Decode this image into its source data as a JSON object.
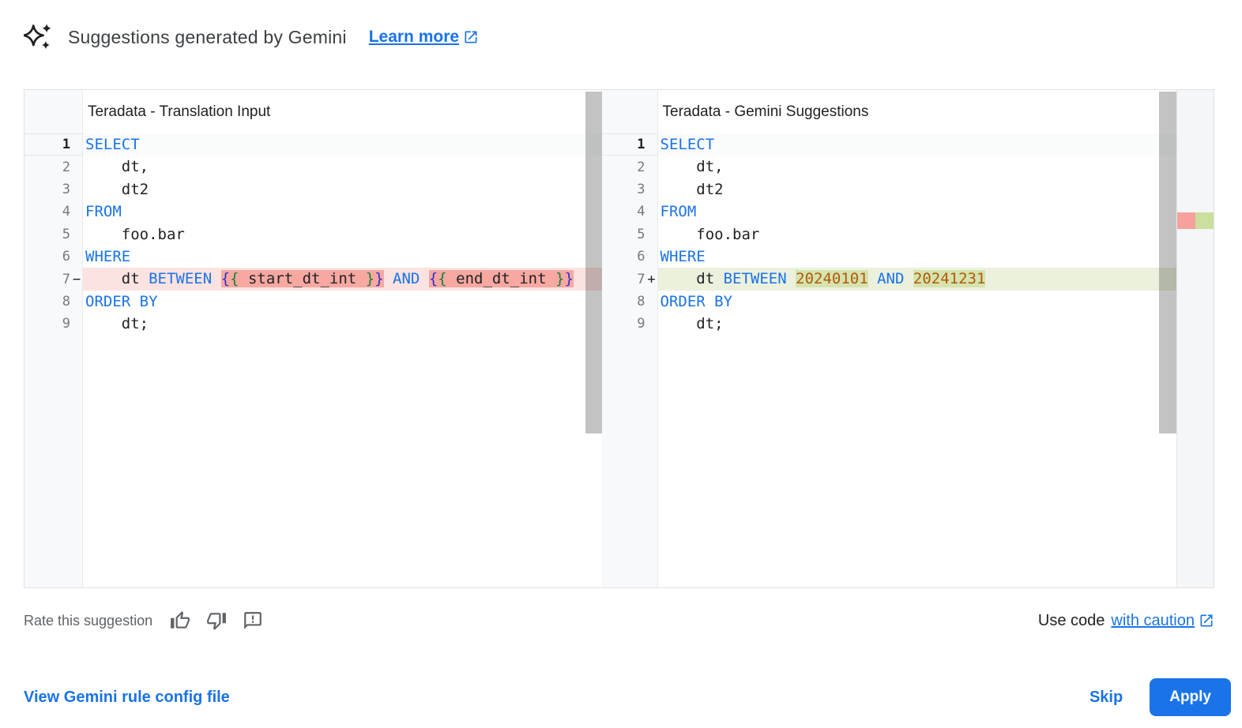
{
  "header": {
    "icon": "gemini-sparkle-icon",
    "title": "Suggestions generated by Gemini",
    "learn_more_label": "Learn more"
  },
  "panels": [
    {
      "title": "Teradata - Translation Input",
      "lines": [
        {
          "n": "1",
          "cls": "active",
          "seg": [
            {
              "t": "SELECT",
              "c": "kw"
            }
          ]
        },
        {
          "n": "2",
          "seg": [
            {
              "t": "    dt,",
              "c": "pl"
            }
          ]
        },
        {
          "n": "3",
          "seg": [
            {
              "t": "    dt2",
              "c": "pl"
            }
          ]
        },
        {
          "n": "4",
          "seg": [
            {
              "t": "FROM",
              "c": "kw"
            }
          ]
        },
        {
          "n": "5",
          "seg": [
            {
              "t": "    foo.bar",
              "c": "pl"
            }
          ]
        },
        {
          "n": "6",
          "seg": [
            {
              "t": "WHERE",
              "c": "kw"
            }
          ]
        },
        {
          "n": "7",
          "sign": "−",
          "cls": "removed",
          "seg": [
            {
              "t": "    dt ",
              "c": "pl"
            },
            {
              "t": "BETWEEN",
              "c": "kw"
            },
            {
              "t": " ",
              "c": "pl"
            },
            {
              "t": "{",
              "c": "b1",
              "hl": true
            },
            {
              "t": "{",
              "c": "b2",
              "hl": true
            },
            {
              "t": " start_dt_int ",
              "c": "pl",
              "hl": true
            },
            {
              "t": "}",
              "c": "b2",
              "hl": true
            },
            {
              "t": "}",
              "c": "b1",
              "hl": true
            },
            {
              "t": " ",
              "c": "pl"
            },
            {
              "t": "AND",
              "c": "kw"
            },
            {
              "t": " ",
              "c": "pl"
            },
            {
              "t": "{",
              "c": "b1",
              "hl": true
            },
            {
              "t": "{",
              "c": "b2",
              "hl": true
            },
            {
              "t": " end_dt_int ",
              "c": "pl",
              "hl": true
            },
            {
              "t": "}",
              "c": "b2",
              "hl": true
            },
            {
              "t": "}",
              "c": "b1",
              "hl": true
            }
          ]
        },
        {
          "n": "8",
          "seg": [
            {
              "t": "ORDER BY",
              "c": "kw"
            }
          ]
        },
        {
          "n": "9",
          "seg": [
            {
              "t": "    dt;",
              "c": "pl"
            }
          ]
        }
      ]
    },
    {
      "title": "Teradata - Gemini Suggestions",
      "lines": [
        {
          "n": "1",
          "cls": "active",
          "seg": [
            {
              "t": "SELECT",
              "c": "kw"
            }
          ]
        },
        {
          "n": "2",
          "seg": [
            {
              "t": "    dt,",
              "c": "pl"
            }
          ]
        },
        {
          "n": "3",
          "seg": [
            {
              "t": "    dt2",
              "c": "pl"
            }
          ]
        },
        {
          "n": "4",
          "seg": [
            {
              "t": "FROM",
              "c": "kw"
            }
          ]
        },
        {
          "n": "5",
          "seg": [
            {
              "t": "    foo.bar",
              "c": "pl"
            }
          ]
        },
        {
          "n": "6",
          "seg": [
            {
              "t": "WHERE",
              "c": "kw"
            }
          ]
        },
        {
          "n": "7",
          "sign": "+",
          "cls": "added",
          "seg": [
            {
              "t": "    dt ",
              "c": "pl"
            },
            {
              "t": "BETWEEN",
              "c": "kw"
            },
            {
              "t": " ",
              "c": "pl"
            },
            {
              "t": "20240101",
              "c": "num",
              "hl": true
            },
            {
              "t": " ",
              "c": "pl"
            },
            {
              "t": "AND",
              "c": "kw"
            },
            {
              "t": " ",
              "c": "pl"
            },
            {
              "t": "20241231",
              "c": "num",
              "hl": true
            }
          ]
        },
        {
          "n": "8",
          "seg": [
            {
              "t": "ORDER BY",
              "c": "kw"
            }
          ]
        },
        {
          "n": "9",
          "seg": [
            {
              "t": "    dt;",
              "c": "pl"
            }
          ]
        }
      ]
    }
  ],
  "rate": {
    "label": "Rate this suggestion",
    "icons": [
      "thumbs-up-icon",
      "thumbs-down-icon",
      "feedback-icon"
    ]
  },
  "caution": {
    "prefix": "Use code",
    "link_label": "with caution"
  },
  "footer": {
    "config_link_label": "View Gemini rule config file",
    "skip_label": "Skip",
    "apply_label": "Apply"
  },
  "colors": {
    "accent_blue": "#1a73e8",
    "keyword": "#1a73e8",
    "number_literal": "#ad5b09",
    "bracket_outer": "#2f2fd0",
    "bracket_inner": "#188038",
    "removed_line_bg": "#fce3e1",
    "removed_word_bg": "#f7a8a1",
    "added_line_bg": "#ecf1de",
    "added_word_bg": "#d6e3ae",
    "ruler_removed_mark": "#f6a19b",
    "ruler_added_mark": "#cbdf9e"
  }
}
